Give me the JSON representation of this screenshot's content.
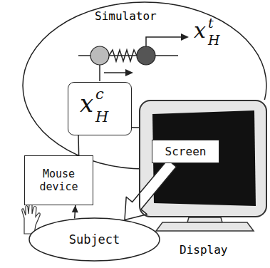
{
  "diagram": {
    "nodes": [
      {
        "text": [
          "Simulator"
        ]
      },
      {
        "text": [
          "x",
          "c",
          "H"
        ],
        "in": 0
      },
      {
        "text": [
          "Display"
        ]
      },
      {
        "text": [
          "Screen"
        ],
        "in": 2
      },
      {
        "text": [
          "Mouse device"
        ]
      },
      {
        "text": [
          "Subject"
        ]
      }
    ],
    "edges": [
      {
        "from": 1,
        "to": 4,
        "arrow": "none"
      },
      {
        "from": 1,
        "to": 2,
        "arrow": "none"
      },
      {
        "from": 5,
        "to": 4,
        "arrow": "to"
      },
      {
        "from": 3,
        "to": 5,
        "arrow": "to"
      }
    ],
    "labels": [
      "x",
      "t",
      "H"
    ]
  }
}
